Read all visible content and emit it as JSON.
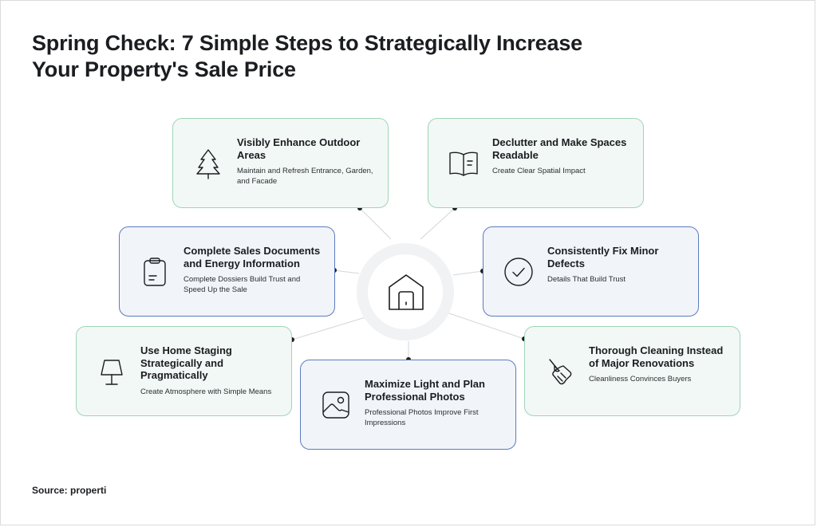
{
  "title": {
    "line1": "Spring Check: 7 Simple Steps to Strategically Increase",
    "line2": "Your Property's Sale Price"
  },
  "hub": {
    "icon": "garage-house-icon"
  },
  "steps": [
    {
      "title": "Visibly Enhance Outdoor Areas",
      "description": "Maintain and Refresh Entrance, Garden, and Facade",
      "icon": "tree-icon",
      "accent": "#9fd4b8"
    },
    {
      "title": "Declutter and Make Spaces Readable",
      "description": "Create Clear Spatial Impact",
      "icon": "open-book-icon",
      "accent": "#9fd4b8"
    },
    {
      "title": "Complete Sales Documents and Energy Information",
      "description": "Complete Dossiers Build Trust and Speed Up the Sale",
      "icon": "clipboard-icon",
      "accent": "#5b7cc0"
    },
    {
      "title": "Consistently Fix Minor Defects",
      "description": "Details That Build Trust",
      "icon": "check-circle-icon",
      "accent": "#5b7cc0"
    },
    {
      "title": "Use Home Staging Strategically and Pragmatically",
      "description": "Create Atmosphere with Simple Means",
      "icon": "lamp-icon",
      "accent": "#9fd4b8"
    },
    {
      "title": "Maximize Light and Plan Professional Photos",
      "description": "Professional Photos Improve First Impressions",
      "icon": "image-icon",
      "accent": "#5b7cc0"
    },
    {
      "title": "Thorough Cleaning Instead of Major Renovations",
      "description": "Cleanliness Convinces Buyers",
      "icon": "brush-icon",
      "accent": "#9fd4b8"
    }
  ],
  "source": "Source: properti"
}
